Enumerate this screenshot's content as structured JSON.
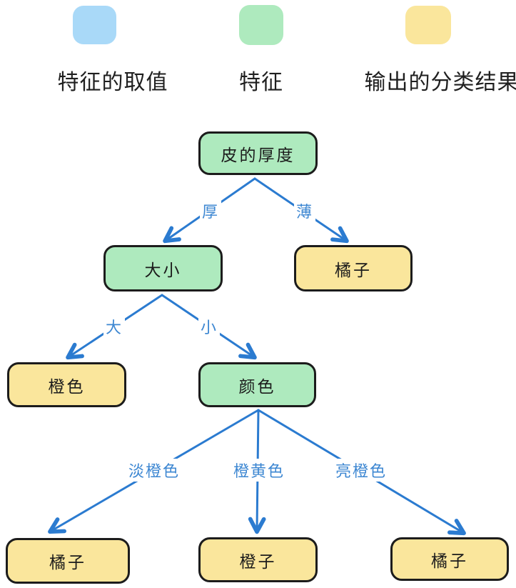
{
  "legend": {
    "items": [
      {
        "label": "特征的取值",
        "kind": "feature-value"
      },
      {
        "label": "特征",
        "kind": "feature"
      },
      {
        "label": "输出的分类结果",
        "kind": "classification-output"
      }
    ]
  },
  "tree": {
    "nodes": [
      {
        "id": "root",
        "label": "皮的厚度",
        "kind": "feature"
      },
      {
        "id": "size",
        "label": "大小",
        "kind": "feature"
      },
      {
        "id": "tangerine-right",
        "label": "橘子",
        "kind": "output"
      },
      {
        "id": "orange-color",
        "label": "橙色",
        "kind": "output"
      },
      {
        "id": "color",
        "label": "颜色",
        "kind": "feature"
      },
      {
        "id": "tangerine-left",
        "label": "橘子",
        "kind": "output"
      },
      {
        "id": "orange-fruit",
        "label": "橙子",
        "kind": "output"
      },
      {
        "id": "tangerine-far",
        "label": "橘子",
        "kind": "output"
      }
    ],
    "edge_labels": [
      {
        "from": "root",
        "to": "size",
        "label": "厚"
      },
      {
        "from": "root",
        "to": "tangerine-right",
        "label": "薄"
      },
      {
        "from": "size",
        "to": "orange-color",
        "label": "大"
      },
      {
        "from": "size",
        "to": "color",
        "label": "小"
      },
      {
        "from": "color",
        "to": "tangerine-left",
        "label": "淡橙色"
      },
      {
        "from": "color",
        "to": "orange-fruit",
        "label": "橙黄色"
      },
      {
        "from": "color",
        "to": "tangerine-far",
        "label": "亮橙色"
      }
    ]
  },
  "colors": {
    "value_fill": "#a9d9f8",
    "feature_fill": "#aeeabe",
    "output_fill": "#fae69c",
    "node_border": "#1c1c1c",
    "arrow": "#2b7bd0",
    "edge_label": "#3d87d2",
    "legend_text": "#1f1f1f"
  }
}
